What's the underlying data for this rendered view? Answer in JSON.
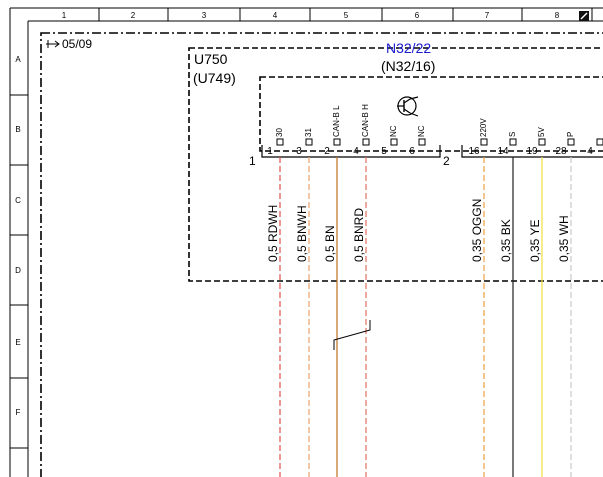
{
  "frame": {
    "columns": [
      "1",
      "2",
      "3",
      "4",
      "5",
      "6",
      "7",
      "8"
    ],
    "rows": [
      "A",
      "B",
      "C",
      "D",
      "E",
      "F"
    ]
  },
  "revision": "05/09",
  "module": {
    "name": "U750",
    "alt_name": "(U749)"
  },
  "unit": {
    "name": "N32/22",
    "alt_name": "(N32/16)",
    "name_color": "#1a1ad0"
  },
  "connector_1": {
    "number": "1",
    "pins": [
      {
        "pin": "1",
        "signal": "30",
        "wire": "0,5 RDWH",
        "color": "#e05050"
      },
      {
        "pin": "3",
        "signal": "31",
        "wire": "0,5 BNWH",
        "color": "#e8a070"
      },
      {
        "pin": "2",
        "signal": "CAN-B L",
        "wire": "0,5 BN",
        "color": "#c07020"
      },
      {
        "pin": "4",
        "signal": "CAN-B H",
        "wire": "0,5 BNRD",
        "color": "#e07060"
      },
      {
        "pin": "5",
        "signal": "NC",
        "wire": "",
        "color": "#000000"
      },
      {
        "pin": "6",
        "signal": "NC",
        "wire": "",
        "color": "#000000"
      }
    ]
  },
  "connector_2": {
    "number": "2",
    "pins": [
      {
        "pin": "16",
        "signal": "220V",
        "wire": "0,35 OGGN",
        "color": "#e8a040"
      },
      {
        "pin": "14",
        "signal": "S",
        "wire": "0,35 BK",
        "color": "#202020"
      },
      {
        "pin": "19",
        "signal": "5V",
        "wire": "0,35 YE",
        "color": "#f0e040"
      },
      {
        "pin": "28",
        "signal": "P",
        "wire": "0,35 WH",
        "color": "#c8c8c8"
      },
      {
        "pin": "4",
        "signal": "",
        "wire": "",
        "color": "#000000"
      }
    ]
  },
  "corner_icon": "document-icon"
}
